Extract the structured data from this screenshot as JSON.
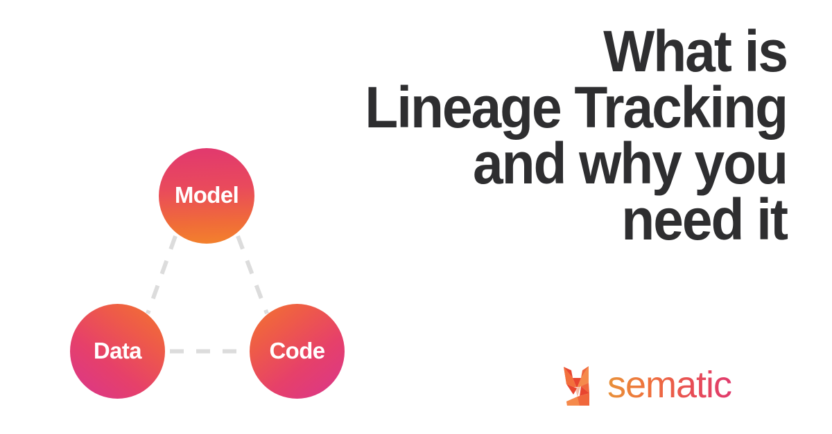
{
  "background_color": "#ffffff",
  "headline": {
    "text": "What is\nLineage Tracking\nand why you\nneed it",
    "lines": [
      "What is",
      "Lineage Tracking",
      "and why you",
      "need it"
    ],
    "color": "#2e2e30",
    "align": "right"
  },
  "diagram": {
    "name": "data-code-model-triangle",
    "connector_color": "#dcdcdc",
    "connector_style": "dashed",
    "nodes": [
      {
        "id": "model",
        "label": "Model",
        "position": "top",
        "gradient_from": "#e1386f",
        "gradient_to": "#f3822c",
        "text_color": "#ffffff"
      },
      {
        "id": "data",
        "label": "Data",
        "position": "bottom-left",
        "gradient_from": "#f2742f",
        "gradient_to": "#d9368c",
        "text_color": "#ffffff"
      },
      {
        "id": "code",
        "label": "Code",
        "position": "bottom-right",
        "gradient_from": "#f2742f",
        "gradient_to": "#d9368c",
        "text_color": "#ffffff"
      }
    ],
    "connections": [
      {
        "from": "model",
        "to": "data"
      },
      {
        "from": "model",
        "to": "code"
      },
      {
        "from": "data",
        "to": "code"
      }
    ]
  },
  "logo": {
    "mark": "fox-icon",
    "wordmark": "sematic",
    "wordmark_gradient_from": "#e8913a",
    "wordmark_gradient_to": "#e03a6d",
    "mark_color_light": "#f58a4b",
    "mark_color_mid": "#f0673c",
    "mark_color_dark": "#e8452f",
    "mark_color_muzzle": "#f8cdbc"
  }
}
